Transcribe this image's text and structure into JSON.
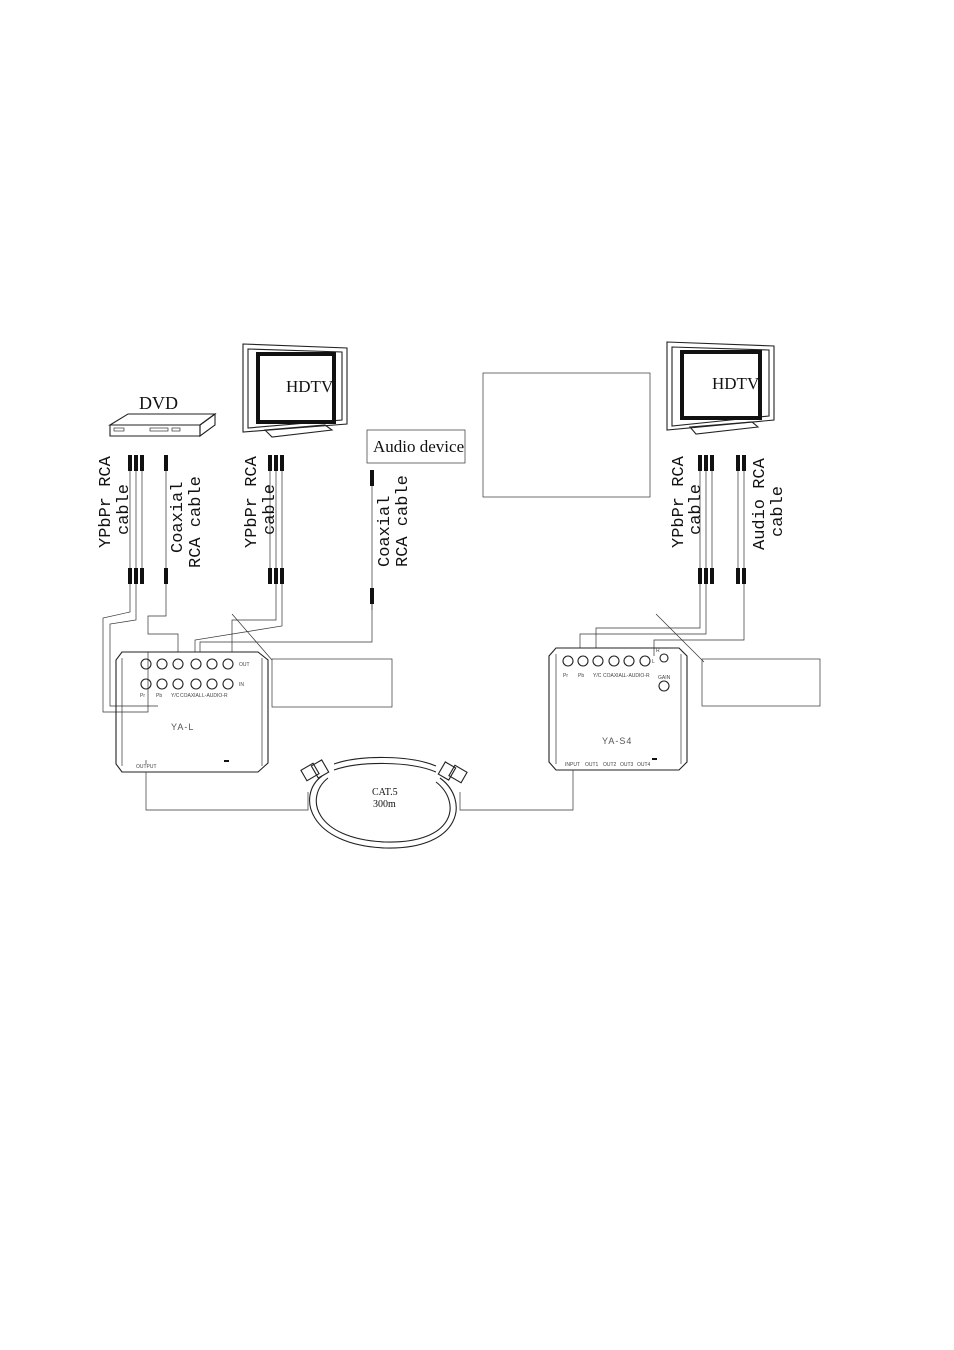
{
  "labels": {
    "dvd": "DVD",
    "hdtv_left": "HDTV",
    "hdtv_right": "HDTV",
    "audio_device": "Audio device",
    "ypbpr_cable_1_line1": "YPbPr RCA",
    "ypbpr_cable_1_line2": "cable",
    "coaxial_cable_1_line1": "Coaxial",
    "coaxial_cable_1_line2": "RCA cable",
    "ypbpr_cable_2_line1": "YPbPr RCA",
    "ypbpr_cable_2_line2": "cable",
    "coaxial_cable_2_line1": "Coaxial",
    "coaxial_cable_2_line2": "RCA cable",
    "ypbpr_cable_3_line1": "YPbPr RCA",
    "ypbpr_cable_3_line2": "cable",
    "audio_cable_line1": "Audio RCA",
    "audio_cable_line2": "cable",
    "cat5_line1": "CAT.5",
    "cat5_line2": "300m"
  },
  "transmitter": {
    "model": "YA-L",
    "port_labels": [
      "Pr",
      "Pb",
      "Y/C",
      "COAXIAL",
      "L-AUDIO-R"
    ],
    "side_labels": [
      "OUT",
      "IN"
    ],
    "output_label": "OUTPUT"
  },
  "receiver": {
    "model": "YA-S4",
    "port_labels": [
      "Pr",
      "Pb",
      "Y/C",
      "COAXIAL",
      "L-AUDIO-R"
    ],
    "side_labels": [
      "R",
      "L",
      "GAIN"
    ],
    "input_labels": [
      "INPUT",
      "OUT1",
      "OUT2",
      "OUT3",
      "OUT4"
    ]
  }
}
